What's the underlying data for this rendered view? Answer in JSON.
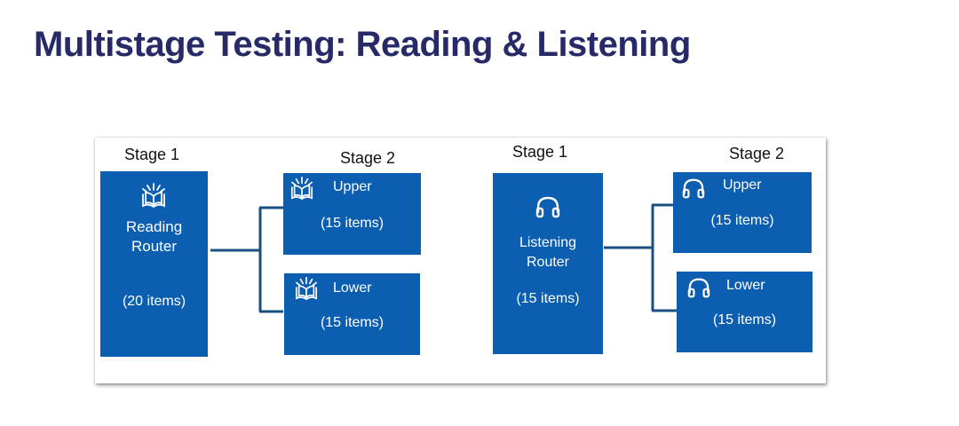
{
  "title": "Multistage Testing: Reading & Listening",
  "reading": {
    "stage1_label": "Stage 1",
    "stage2_label": "Stage 2",
    "router": {
      "line1": "Reading",
      "line2": "Router",
      "items": "(20 items)"
    },
    "upper": {
      "label": "Upper",
      "items": "(15 items)"
    },
    "lower": {
      "label": "Lower",
      "items": "(15 items)"
    },
    "icon": "open-book-icon"
  },
  "listening": {
    "stage1_label": "Stage 1",
    "stage2_label": "Stage 2",
    "router": {
      "line1": "Listening",
      "line2": "Router",
      "items": "(15 items)"
    },
    "upper": {
      "label": "Upper",
      "items": "(15 items)"
    },
    "lower": {
      "label": "Lower",
      "items": "(15 items)"
    },
    "icon": "headphones-icon"
  },
  "colors": {
    "title": "#272a67",
    "box_fill": "#0c5eb1",
    "connector": "#1a4f82"
  }
}
